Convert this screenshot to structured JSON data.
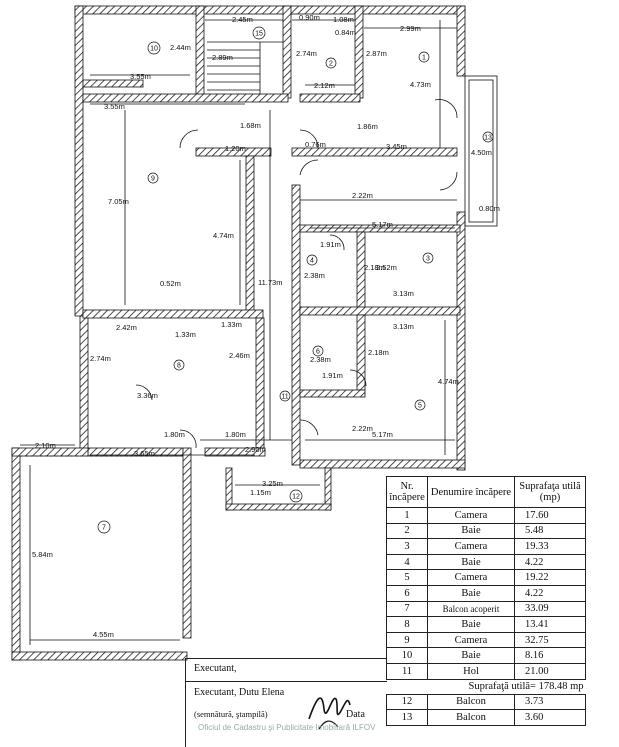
{
  "dimensions": [
    {
      "id": "d1",
      "text": "2.45m"
    },
    {
      "id": "d2",
      "text": "0.90m"
    },
    {
      "id": "d3",
      "text": "1.08m"
    },
    {
      "id": "d4",
      "text": "2.99m"
    },
    {
      "id": "d5",
      "text": "2.44m"
    },
    {
      "id": "d6",
      "text": "0.84m"
    },
    {
      "id": "d7",
      "text": "2.74m"
    },
    {
      "id": "d8",
      "text": "2.87m"
    },
    {
      "id": "d9",
      "text": "2.89m"
    },
    {
      "id": "d10",
      "text": "3.55m"
    },
    {
      "id": "d11",
      "text": "2.12m"
    },
    {
      "id": "d12",
      "text": "4.73m"
    },
    {
      "id": "d13",
      "text": "3.55m"
    },
    {
      "id": "d14",
      "text": "1.68m"
    },
    {
      "id": "d15",
      "text": "1.86m"
    },
    {
      "id": "d16",
      "text": "1.20m"
    },
    {
      "id": "d17",
      "text": "0.76m"
    },
    {
      "id": "d18",
      "text": "3.45m"
    },
    {
      "id": "d19",
      "text": "4.50m"
    },
    {
      "id": "d20",
      "text": "2.22m"
    },
    {
      "id": "d21",
      "text": "7.05m"
    },
    {
      "id": "d22",
      "text": "0.80m"
    },
    {
      "id": "d23",
      "text": "5.17m"
    },
    {
      "id": "d24",
      "text": "4.74m"
    },
    {
      "id": "d25",
      "text": "1.91m"
    },
    {
      "id": "d26",
      "text": "2.38m"
    },
    {
      "id": "d27",
      "text": "2.18m"
    },
    {
      "id": "d28",
      "text": "2.52m"
    },
    {
      "id": "d29",
      "text": "11.73m"
    },
    {
      "id": "d30",
      "text": "0.52m"
    },
    {
      "id": "d31",
      "text": "3.13m"
    },
    {
      "id": "d32",
      "text": "3.13m"
    },
    {
      "id": "d33",
      "text": "2.42m"
    },
    {
      "id": "d34",
      "text": "1.33m"
    },
    {
      "id": "d35",
      "text": "1.33m"
    },
    {
      "id": "d36",
      "text": "2.74m"
    },
    {
      "id": "d37",
      "text": "2.46m"
    },
    {
      "id": "d38",
      "text": "2.38m"
    },
    {
      "id": "d39",
      "text": "2.18m"
    },
    {
      "id": "d40",
      "text": "1.91m"
    },
    {
      "id": "d41",
      "text": "4.74m"
    },
    {
      "id": "d42",
      "text": "3.36m"
    },
    {
      "id": "d43",
      "text": "2.22m"
    },
    {
      "id": "d44",
      "text": "5.17m"
    },
    {
      "id": "d45",
      "text": "2.10m"
    },
    {
      "id": "d46",
      "text": "1.80m"
    },
    {
      "id": "d47",
      "text": "1.80m"
    },
    {
      "id": "d48",
      "text": "3.65m"
    },
    {
      "id": "d49",
      "text": "2.90m"
    },
    {
      "id": "d50",
      "text": "3.25m"
    },
    {
      "id": "d51",
      "text": "1.15m"
    },
    {
      "id": "d52",
      "text": "5.84m"
    },
    {
      "id": "d53",
      "text": "4.55m"
    }
  ],
  "room_numbers": [
    {
      "id": "r1",
      "text": "1"
    },
    {
      "id": "r2",
      "text": "2"
    },
    {
      "id": "r3",
      "text": "3"
    },
    {
      "id": "r4",
      "text": "4"
    },
    {
      "id": "r5",
      "text": "5"
    },
    {
      "id": "r6",
      "text": "6"
    },
    {
      "id": "r7",
      "text": "7"
    },
    {
      "id": "r8",
      "text": "8"
    },
    {
      "id": "r9",
      "text": "9"
    },
    {
      "id": "r10",
      "text": "10"
    },
    {
      "id": "r11",
      "text": "11"
    },
    {
      "id": "r12",
      "text": "12"
    },
    {
      "id": "r13",
      "text": "13"
    },
    {
      "id": "r15",
      "text": "15"
    }
  ],
  "table": {
    "headers": {
      "nr": "Nr. încăpere",
      "name": "Denumire încăpere",
      "area": "Suprafaţa utilă (mp)"
    },
    "rows": [
      {
        "nr": "1",
        "name": "Camera",
        "area": "17.60"
      },
      {
        "nr": "2",
        "name": "Baie",
        "area": "5.48"
      },
      {
        "nr": "3",
        "name": "Camera",
        "area": "19.33"
      },
      {
        "nr": "4",
        "name": "Baie",
        "area": "4.22"
      },
      {
        "nr": "5",
        "name": "Camera",
        "area": "19.22"
      },
      {
        "nr": "6",
        "name": "Baie",
        "area": "4.22"
      },
      {
        "nr": "7",
        "name": "Balcon acoperit",
        "area": "33.09"
      },
      {
        "nr": "8",
        "name": "Baie",
        "area": "13.41"
      },
      {
        "nr": "9",
        "name": "Camera",
        "area": "32.75"
      },
      {
        "nr": "10",
        "name": "Baie",
        "area": "8.16"
      },
      {
        "nr": "11",
        "name": "Hol",
        "area": "21.00"
      }
    ],
    "total": "Suprafaţă utilă= 178.48 mp",
    "rows_after": [
      {
        "nr": "12",
        "name": "Balcon",
        "area": "3.73"
      },
      {
        "nr": "13",
        "name": "Balcon",
        "area": "3.60"
      }
    ]
  },
  "sign_block": {
    "executant": "Executant,",
    "executant_name": "Executant, Dutu Elena",
    "semnatura": "(semnătură, ştampilă)",
    "data": "Data",
    "stamp": "Oficiul de Cadastru şi Publicitate Imobiliară ILFOV"
  }
}
